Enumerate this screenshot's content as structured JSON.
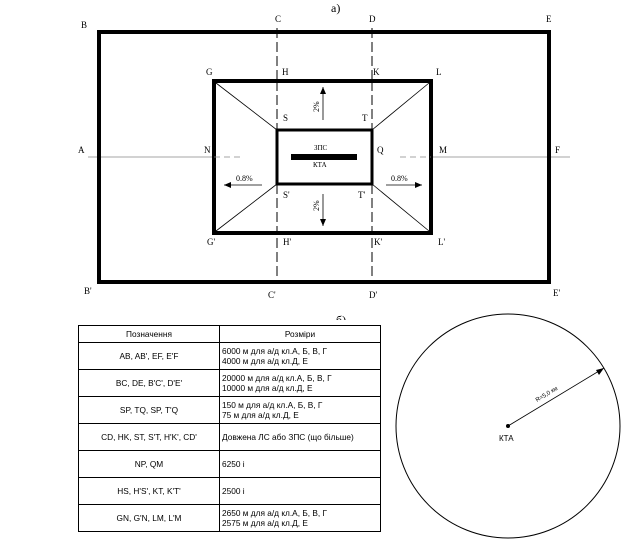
{
  "diagram": {
    "label_a": "а)",
    "label_b": "б)",
    "points": {
      "A": "A",
      "B": "B",
      "B1": "B'",
      "C": "C",
      "C1": "C'",
      "D": "D",
      "D1": "D'",
      "E": "E",
      "E1": "E'",
      "F": "F",
      "G": "G",
      "G1": "G'",
      "H": "H",
      "H1": "H'",
      "K": "K",
      "K1": "K'",
      "L": "L",
      "L1": "L'",
      "M": "M",
      "N": "N",
      "Q": "Q",
      "S": "S",
      "S1": "S'",
      "T": "T",
      "T1": "T'"
    },
    "runway_top": "ЗПС",
    "runway_bottom": "КТА",
    "slopes": {
      "up": "2%",
      "down": "2%",
      "left": "0.8%",
      "right": "0.8%"
    },
    "colors": {
      "line": "#000000",
      "axis": "#888888"
    }
  },
  "table": {
    "header": {
      "designation": "Позначення",
      "size": "Розміри"
    },
    "rows": [
      {
        "designation": "AB, AB', EF, E'F",
        "lines": [
          "6000   м для а/д кл.А, Б, В, Г",
          "4000  м для а/д кл.Д, Е"
        ]
      },
      {
        "designation": "BC, DE, B'C', D'E'",
        "lines": [
          "20000    м для а/д кл.А, Б, В, Г",
          "10000   м для а/д кл.Д, Е"
        ]
      },
      {
        "designation": "SP, TQ, SP, T'Q",
        "lines": [
          "150      м для а/д кл.А, Б, В, Г",
          "75        м для а/д кл.Д, Е"
        ]
      },
      {
        "designation": "CD, HK, ST, S'T, H'K', CD'",
        "lines": [
          "   Довжена ЛС або ЗПС (що більше)"
        ]
      },
      {
        "designation": "NP, QM",
        "lines": [
          "    6250 і"
        ]
      },
      {
        "designation": "HS, H'S', KT, K'T'",
        "lines": [
          "    2500 і"
        ]
      },
      {
        "designation": "GN, G'N, LM, L'M",
        "lines": [
          "2650   м для а/д кл.А, Б, В, Г",
          "2575   м для а/д кл.Д, Е"
        ]
      }
    ]
  },
  "circle": {
    "radius_label": "R=5,0 км",
    "center_label": "КТА"
  }
}
